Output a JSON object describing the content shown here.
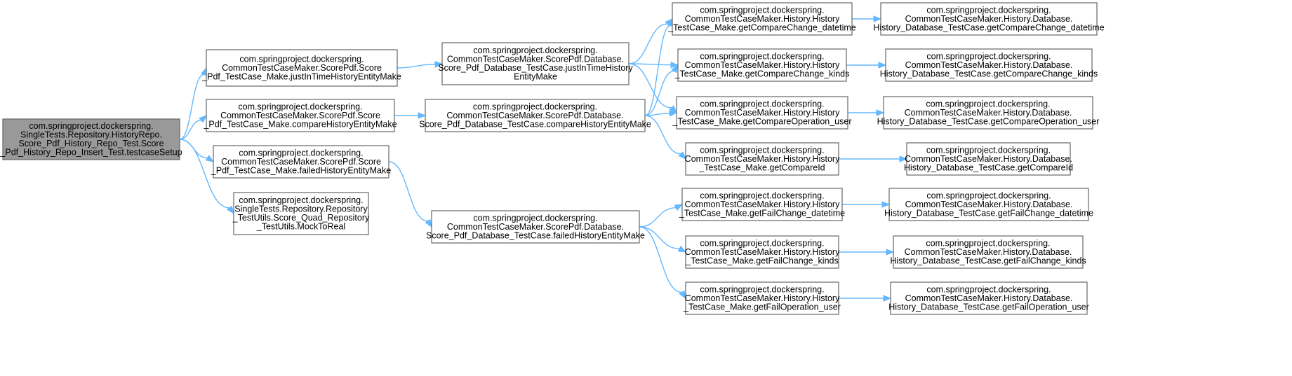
{
  "colors": {
    "edge": "#63b8ff",
    "root_fill": "#999999",
    "node_border": "#666666"
  },
  "nodes": {
    "root": [
      "com.springproject.dockerspring.",
      "SingleTests.Repository.HistoryRepo.",
      "Score_Pdf_History_Repo_Test.Score",
      "_Pdf_History_Repo_Insert_Test.testcaseSetup"
    ],
    "m_just": [
      "com.springproject.dockerspring.",
      "CommonTestCaseMaker.ScorePdf.Score",
      "_Pdf_TestCase_Make.justInTimeHistoryEntityMake"
    ],
    "m_compare": [
      "com.springproject.dockerspring.",
      "CommonTestCaseMaker.ScorePdf.Score",
      "_Pdf_TestCase_Make.compareHistoryEntityMake"
    ],
    "m_failed": [
      "com.springproject.dockerspring.",
      "CommonTestCaseMaker.ScorePdf.Score",
      "_Pdf_TestCase_Make.failedHistoryEntityMake"
    ],
    "mock": [
      "com.springproject.dockerspring.",
      "SingleTests.Repository.Repository",
      "_TestUtils.Score_Quad_Repository",
      "_TestUtils.MockToReal"
    ],
    "d_just": [
      "com.springproject.dockerspring.",
      "CommonTestCaseMaker.ScorePdf.Database.",
      "Score_Pdf_Database_TestCase.justInTimeHistory",
      "EntityMake"
    ],
    "d_compare": [
      "com.springproject.dockerspring.",
      "CommonTestCaseMaker.ScorePdf.Database.",
      "Score_Pdf_Database_TestCase.compareHistoryEntityMake"
    ],
    "d_failed": [
      "com.springproject.dockerspring.",
      "CommonTestCaseMaker.ScorePdf.Database.",
      "Score_Pdf_Database_TestCase.failedHistoryEntityMake"
    ],
    "h_cc_dt": [
      "com.springproject.dockerspring.",
      "CommonTestCaseMaker.History.History",
      "_TestCase_Make.getCompareChange_datetime"
    ],
    "h_cc_k": [
      "com.springproject.dockerspring.",
      "CommonTestCaseMaker.History.History",
      "_TestCase_Make.getCompareChange_kinds"
    ],
    "h_co_u": [
      "com.springproject.dockerspring.",
      "CommonTestCaseMaker.History.History",
      "_TestCase_Make.getCompareOperation_user"
    ],
    "h_c_id": [
      "com.springproject.dockerspring.",
      "CommonTestCaseMaker.History.History",
      "_TestCase_Make.getCompareId"
    ],
    "h_fc_dt": [
      "com.springproject.dockerspring.",
      "CommonTestCaseMaker.History.History",
      "_TestCase_Make.getFailChange_datetime"
    ],
    "h_fc_k": [
      "com.springproject.dockerspring.",
      "CommonTestCaseMaker.History.History",
      "_TestCase_Make.getFailChange_kinds"
    ],
    "h_fo_u": [
      "com.springproject.dockerspring.",
      "CommonTestCaseMaker.History.History",
      "_TestCase_Make.getFailOperation_user"
    ],
    "db_cc_dt": [
      "com.springproject.dockerspring.",
      "CommonTestCaseMaker.History.Database.",
      "History_Database_TestCase.getCompareChange_datetime"
    ],
    "db_cc_k": [
      "com.springproject.dockerspring.",
      "CommonTestCaseMaker.History.Database.",
      "History_Database_TestCase.getCompareChange_kinds"
    ],
    "db_co_u": [
      "com.springproject.dockerspring.",
      "CommonTestCaseMaker.History.Database.",
      "History_Database_TestCase.getCompareOperation_user"
    ],
    "db_c_id": [
      "com.springproject.dockerspring.",
      "CommonTestCaseMaker.History.Database.",
      "History_Database_TestCase.getCompareId"
    ],
    "db_fc_dt": [
      "com.springproject.dockerspring.",
      "CommonTestCaseMaker.History.Database.",
      "History_Database_TestCase.getFailChange_datetime"
    ],
    "db_fc_k": [
      "com.springproject.dockerspring.",
      "CommonTestCaseMaker.History.Database.",
      "History_Database_TestCase.getFailChange_kinds"
    ],
    "db_fo_u": [
      "com.springproject.dockerspring.",
      "CommonTestCaseMaker.History.Database.",
      "History_Database_TestCase.getFailOperation_user"
    ]
  },
  "edges": [
    [
      "root",
      "m_just"
    ],
    [
      "root",
      "m_compare"
    ],
    [
      "root",
      "m_failed"
    ],
    [
      "root",
      "mock"
    ],
    [
      "m_just",
      "d_just"
    ],
    [
      "m_compare",
      "d_compare"
    ],
    [
      "m_failed",
      "d_failed"
    ],
    [
      "d_just",
      "h_cc_dt"
    ],
    [
      "d_just",
      "h_cc_k"
    ],
    [
      "d_just",
      "h_co_u"
    ],
    [
      "d_compare",
      "h_cc_dt"
    ],
    [
      "d_compare",
      "h_cc_k"
    ],
    [
      "d_compare",
      "h_co_u"
    ],
    [
      "d_compare",
      "h_c_id"
    ],
    [
      "d_failed",
      "h_fc_dt"
    ],
    [
      "d_failed",
      "h_fc_k"
    ],
    [
      "d_failed",
      "h_fo_u"
    ],
    [
      "h_cc_dt",
      "db_cc_dt"
    ],
    [
      "h_cc_k",
      "db_cc_k"
    ],
    [
      "h_co_u",
      "db_co_u"
    ],
    [
      "h_c_id",
      "db_c_id"
    ],
    [
      "h_fc_dt",
      "db_fc_dt"
    ],
    [
      "h_fc_k",
      "db_fc_k"
    ],
    [
      "h_fo_u",
      "db_fo_u"
    ]
  ]
}
